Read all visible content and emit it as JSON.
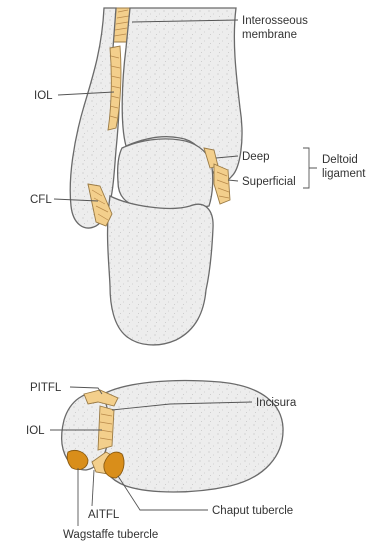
{
  "labels": {
    "interosseous_line1": "Interosseous",
    "interosseous_line2": "membrane",
    "iol_top": "IOL",
    "deep": "Deep",
    "superficial": "Superficial",
    "deltoid_line1": "Deltoid",
    "deltoid_line2": "ligament",
    "cfl": "CFL",
    "pitfl": "PITFL",
    "incisura": "Incisura",
    "iol_bottom": "IOL",
    "chaput": "Chaput tubercle",
    "aitfl": "AITFL",
    "wagstaffe": "Wagstaffe tubercle"
  },
  "colors": {
    "bone_fill": "#ededed",
    "bone_outline": "#6a6a6a",
    "ligament_light": "#f3cf8c",
    "ligament_dark": "#d98e1a",
    "text": "#333333"
  }
}
